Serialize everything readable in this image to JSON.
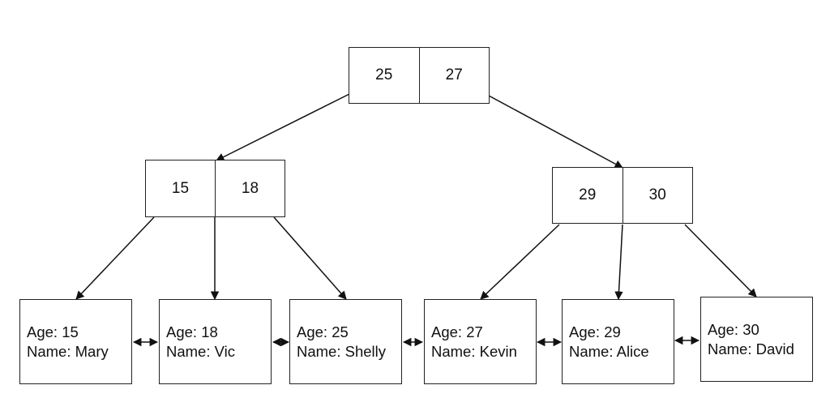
{
  "root": {
    "keys": [
      "25",
      "27"
    ]
  },
  "internal": [
    {
      "keys": [
        "15",
        "18"
      ]
    },
    {
      "keys": [
        "29",
        "30"
      ]
    }
  ],
  "leaves": [
    {
      "age_label": "Age: 15",
      "name_label": "Name: Mary"
    },
    {
      "age_label": "Age: 18",
      "name_label": "Name: Vic"
    },
    {
      "age_label": "Age: 25",
      "name_label": "Name: Shelly"
    },
    {
      "age_label": "Age: 27",
      "name_label": "Name: Kevin"
    },
    {
      "age_label": "Age: 29",
      "name_label": "Name: Alice"
    },
    {
      "age_label": "Age: 30",
      "name_label": "Name: David"
    }
  ],
  "colors": {
    "line": "#111111",
    "border": "#222222",
    "background": "#ffffff"
  }
}
